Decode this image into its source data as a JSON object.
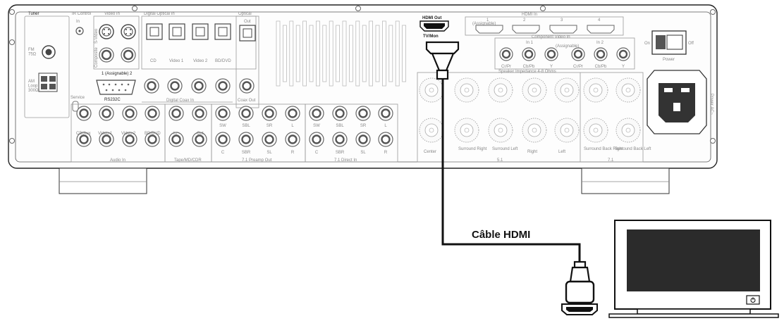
{
  "receiver": {
    "tuner": {
      "title": "Tuner",
      "fm": "FM\n75Ω",
      "am": "AM\nLoop\n300Ω"
    },
    "ir_control": {
      "title": "IR Control",
      "in": "In"
    },
    "video_in": {
      "title": "Video In",
      "svideo": "S-Video",
      "composite": "Composite",
      "assign": "1 (Assignable) 2"
    },
    "optical_in": {
      "title": "Digital Optical In",
      "labels": [
        "CD",
        "Video 1",
        "Video 2",
        "BD/DVD"
      ]
    },
    "optical_out": {
      "title": "Optical",
      "out": "Out"
    },
    "rs232": "RS232C",
    "service": "Service",
    "coax_in": {
      "title": "Digital Coax In"
    },
    "coax_out": "Coax Out",
    "audio_in": {
      "title": "Audio In",
      "labels": [
        "CD/Aux",
        "Video 1",
        "Video 2",
        "BD/DVD"
      ]
    },
    "tape": {
      "title": "Tape/MD/CDR",
      "labels": [
        "In",
        "Out"
      ]
    },
    "preamp_out": {
      "title": "7.1 Preamp Out",
      "top": [
        "SW",
        "SBL",
        "SR",
        "L"
      ],
      "bottom": [
        "C",
        "SBR",
        "SL",
        "R"
      ]
    },
    "direct_in": {
      "title": "7.1 Direct In",
      "top": [
        "SW",
        "SBL",
        "SR",
        "L"
      ],
      "bottom": [
        "C",
        "SBR",
        "SL",
        "R"
      ]
    },
    "hdmi_out": {
      "title": "HDMI Out",
      "sub": "TV/Mon"
    },
    "hdmi_in": {
      "title": "HDMI In",
      "labels": [
        "1",
        "2",
        "3",
        "4"
      ],
      "assign": "(Assignable)"
    },
    "component": {
      "title": "Component Video In",
      "in1": "In 1",
      "in2": "In 2",
      "assign": "(Assignable)",
      "labels": [
        "Cr/Pr",
        "Cb/Pb",
        "Y",
        "Cr/Pr",
        "Cb/Pb",
        "Y"
      ]
    },
    "speaker": {
      "title": "Speaker Impedance 4-8 Ohms",
      "labels": [
        "Center",
        "Surround Right",
        "Surround Left",
        "Right",
        "Left",
        "Surround Back Right",
        "Surround Back Left"
      ],
      "group51": "5.1",
      "group71": "7.1"
    },
    "power": {
      "title": "Power",
      "on": "On",
      "off": "Off",
      "ac": "Power AC~"
    }
  },
  "cable": {
    "label": "Câble HDMI"
  },
  "colors": {
    "cable": "#111111",
    "outline": "#333333",
    "faint": "#999999"
  }
}
